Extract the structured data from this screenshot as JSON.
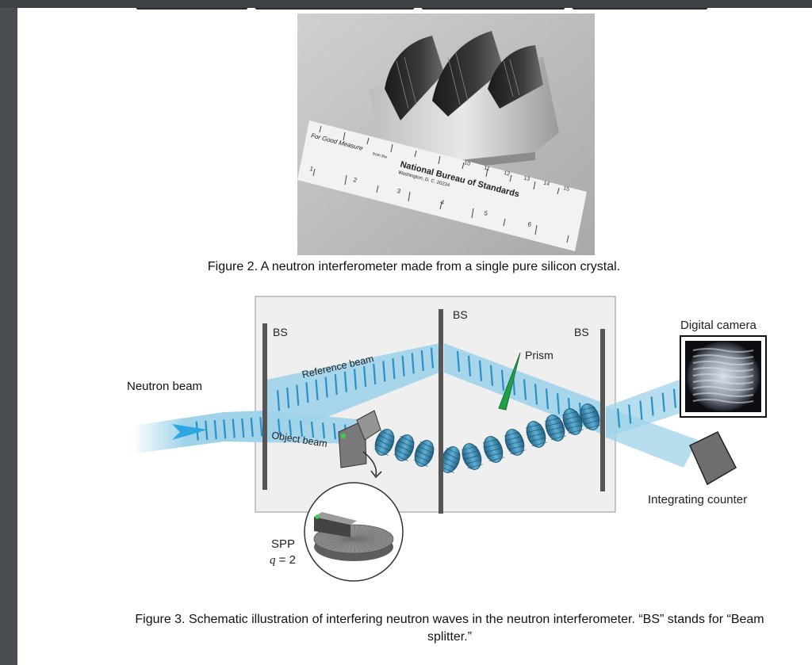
{
  "figure2": {
    "caption": "Figure 2. A neutron interferometer made from a single pure silicon crystal.",
    "ruler": {
      "left_label": "For Good Measure",
      "from_label": "from the",
      "org": "National Bureau of Standards",
      "city": "Washington, D. C. 20234",
      "inch_numbers": [
        "1",
        "2",
        "3",
        "4",
        "5",
        "6"
      ],
      "cm_numbers": [
        "10",
        "11",
        "12",
        "13",
        "14",
        "15"
      ]
    }
  },
  "figure3": {
    "caption": "Figure 3. Schematic illustration of interfering neutron waves in the neutron interferometer. “BS” stands for “Beam splitter.”",
    "labels": {
      "neutron_beam": "Neutron beam",
      "reference_beam": "Reference beam",
      "object_beam": "Object beam",
      "prism": "Prism",
      "bs_left": "BS",
      "bs_mid": "BS",
      "bs_right": "BS",
      "digital_camera": "Digital camera",
      "integrating_counter": "Integrating counter",
      "spp": "SPP",
      "q_var": "q",
      "q_value": " = 2"
    },
    "colors": {
      "beam": "#9ed3ea",
      "wave": "#2f7fa7",
      "prism": "#21a04a",
      "splitter": "#555555"
    }
  }
}
